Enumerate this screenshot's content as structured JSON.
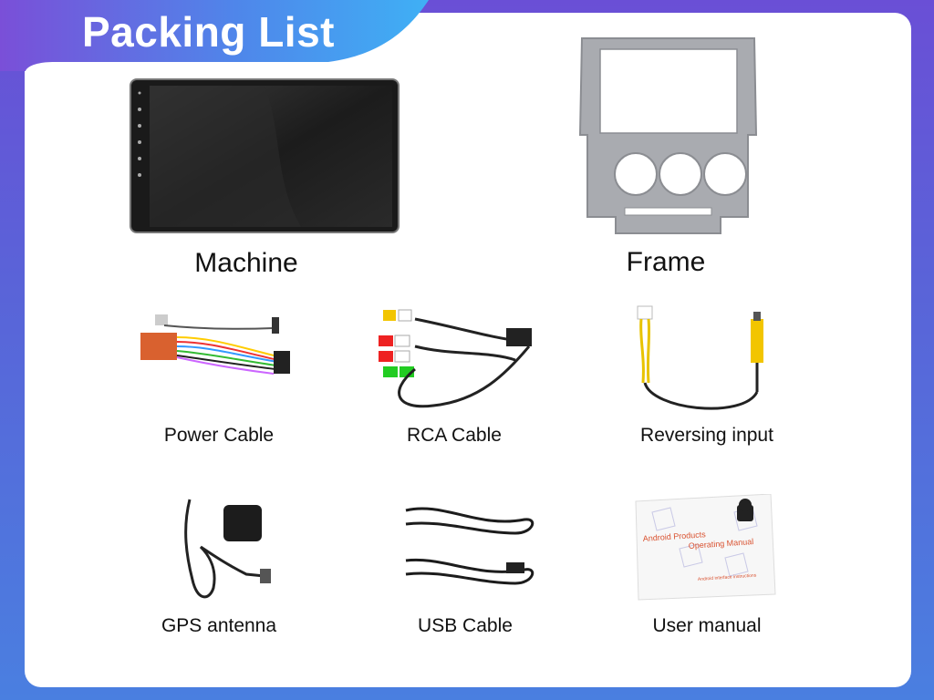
{
  "header": {
    "title": "Packing List"
  },
  "items": [
    {
      "key": "machine",
      "label": "Machine"
    },
    {
      "key": "frame",
      "label": "Frame"
    },
    {
      "key": "power_cable",
      "label": "Power Cable"
    },
    {
      "key": "rca_cable",
      "label": "RCA Cable"
    },
    {
      "key": "reversing_input",
      "label": "Reversing input"
    },
    {
      "key": "gps_antenna",
      "label": "GPS antenna"
    },
    {
      "key": "usb_cable",
      "label": "USB Cable"
    },
    {
      "key": "user_manual",
      "label": "User manual",
      "manual_lines": [
        "Android Products",
        "Operating Manual",
        "Android interface instructions"
      ]
    }
  ],
  "colors": {
    "header_gradient_start": "#6a4fd6",
    "header_gradient_end": "#3fa9f5",
    "panel": "#ffffff"
  }
}
